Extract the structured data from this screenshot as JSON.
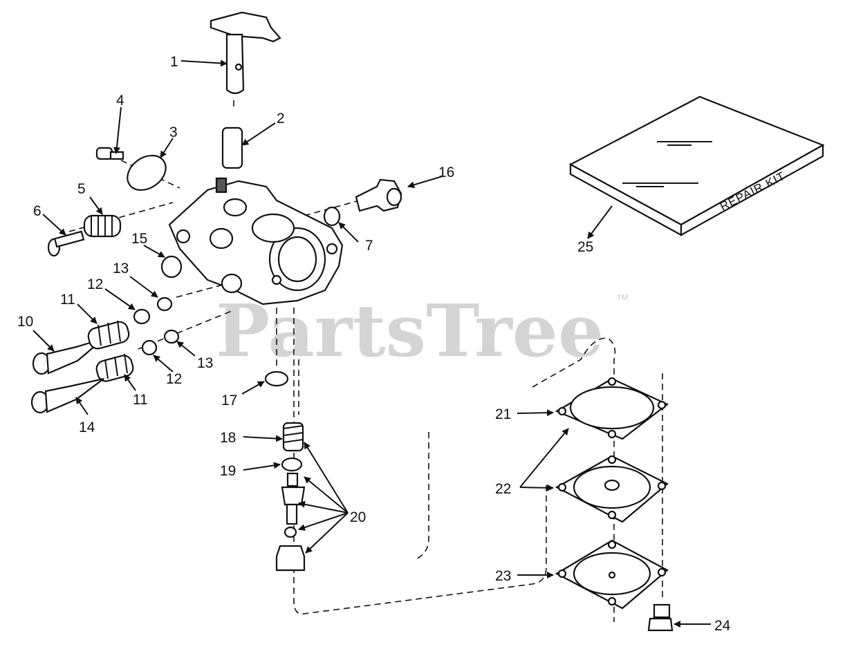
{
  "diagram": {
    "watermark": "PartsTree",
    "trademark": "™",
    "kit_label": "REPAIR KIT",
    "callouts": {
      "c1": "1",
      "c2": "2",
      "c3": "3",
      "c4": "4",
      "c5": "5",
      "c6": "6",
      "c7": "7",
      "c10": "10",
      "c11a": "11",
      "c11b": "11",
      "c12a": "12",
      "c12b": "12",
      "c13a": "13",
      "c13b": "13",
      "c14": "14",
      "c15": "15",
      "c16": "16",
      "c17": "17",
      "c18": "18",
      "c19": "19",
      "c20": "20",
      "c21": "21",
      "c22": "22",
      "c23": "23",
      "c24": "24",
      "c25": "25"
    }
  }
}
